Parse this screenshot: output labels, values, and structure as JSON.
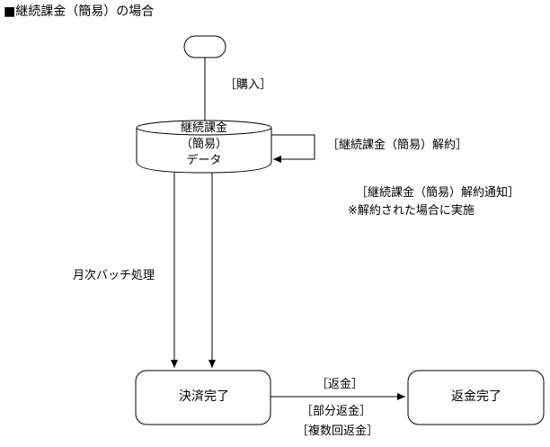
{
  "title": "■継続課金（簡易）の場合",
  "nodes": {
    "datastore": [
      "継続課金",
      "（簡易）",
      "データ"
    ],
    "settled": "決済完了",
    "refund_done": "返金完了"
  },
  "edge_labels": {
    "purchase": "［購入］",
    "cancel": "［継続課金（簡易）解約］",
    "cancel_notice": "［継続課金（簡易）解約通知］",
    "cancel_notice_note": "※解約された場合に実施",
    "monthly_batch": "月次バッチ処理",
    "refund": "［返金］",
    "partial_refund": "［部分返金］",
    "multi_refund": "［複数回返金］"
  }
}
